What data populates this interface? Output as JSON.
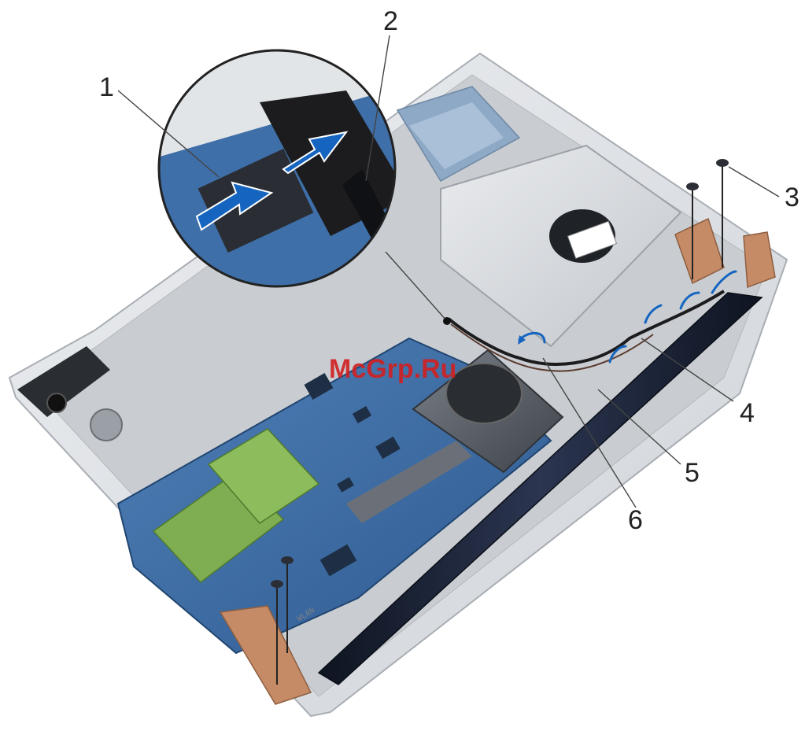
{
  "callouts": [
    {
      "number": "1"
    },
    {
      "number": "2"
    },
    {
      "number": "3"
    },
    {
      "number": "4"
    },
    {
      "number": "5"
    },
    {
      "number": "6"
    }
  ],
  "watermark": {
    "text": "McGrp.Ru"
  },
  "silkscreen": {
    "wlan": "WLAN"
  },
  "colors": {
    "arrow": "#1565c0",
    "chassis": "#dcdfe3",
    "board": "#3f6fa8",
    "cable": "#1c1c1e",
    "display_hinge_bar": "#1a2235",
    "watermark": "#d21f1f"
  },
  "icons": [
    "screw-icon",
    "hinge-icon",
    "arrow-icon",
    "magnifier-callout"
  ]
}
